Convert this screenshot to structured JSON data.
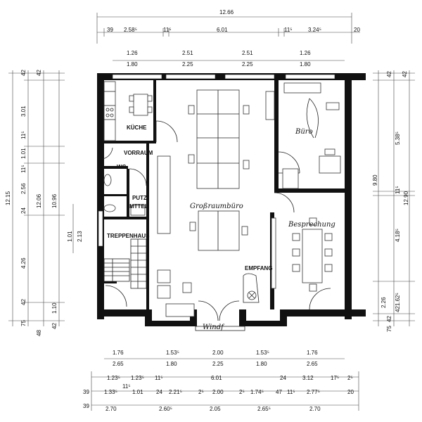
{
  "dimensions": {
    "top_total": "12.66",
    "top_segments": [
      "39",
      "2.58⁵",
      "11⁵",
      "6.01",
      "11⁵",
      "3.24⁵",
      "20"
    ],
    "window_upper": [
      "1.26",
      "2.51",
      "2.51",
      "1.26"
    ],
    "window_lower": [
      "1.80",
      "2.25",
      "2.25",
      "1.80"
    ],
    "left_outer": "12.15",
    "left_mid": "12.06",
    "left_inner": "10.96",
    "left_segments": [
      "42",
      "42",
      "3.01",
      "11⁵",
      "1.01",
      "11⁵",
      "2.56",
      "24",
      "4.26",
      "42",
      "75",
      "48",
      "42"
    ],
    "left_door": [
      "1.01",
      "2.13"
    ],
    "left_bottom": "1.10",
    "right_outer": "12.90",
    "right_mid": "9.80",
    "right_segments": [
      "42",
      "42",
      "5.38⁵",
      "11⁵",
      "4.18⁵",
      "2.26",
      "421.62⁵",
      "42",
      "75"
    ],
    "bottom_window_upper": [
      "1.76",
      "1.53⁵",
      "2.00",
      "1.53⁵",
      "1.76"
    ],
    "bottom_window_lower": [
      "2.65",
      "1.80",
      "2.25",
      "1.80",
      "2.65"
    ],
    "bottom_row1": [
      "1.23⁵",
      "1.23⁵",
      "11⁵",
      "6.01",
      "24",
      "3.12",
      "17⁵",
      "2⁵"
    ],
    "bottom_row2": [
      "39",
      "1.33⁵",
      "11⁵",
      "1.01",
      "24",
      "2.21⁵",
      "2⁵",
      "2.00",
      "2⁵",
      "1.74⁵",
      "47",
      "11⁵",
      "2.77⁵",
      "20"
    ],
    "bottom_row3": [
      "39",
      "2.70",
      "2.60⁵",
      "2.05",
      "2.65⁵",
      "2.70"
    ]
  },
  "rooms": {
    "kueche": "KÜCHE",
    "vorraum": "VORRAUM",
    "wc": "WC",
    "putz": "PUTZ",
    "mittel": "MTTEL",
    "treppenhaus": "TREPPENHAUS",
    "empfang": "EMPFANG",
    "grossraum": "Großraumbüro",
    "buero": "Büro",
    "besprechung": "Besprechung",
    "windfang": "Windf"
  },
  "colors": {
    "ink": "#111111",
    "paper": "#ffffff"
  }
}
